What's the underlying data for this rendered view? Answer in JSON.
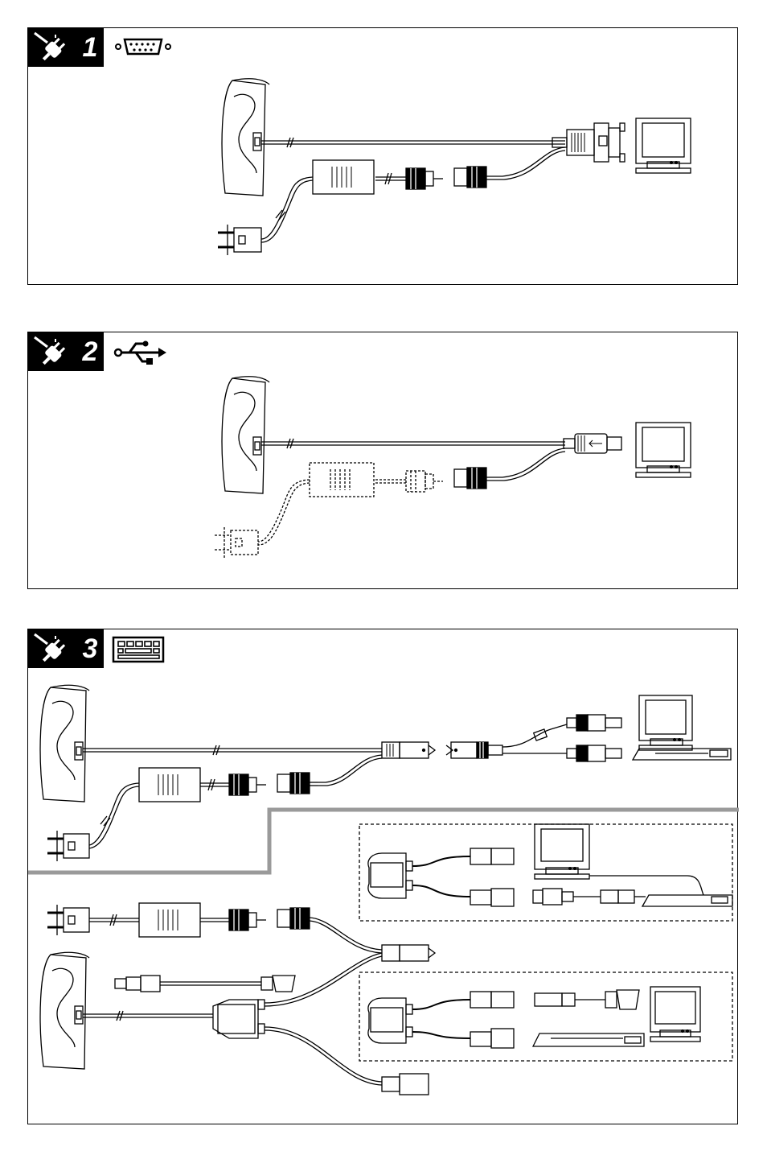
{
  "panels": [
    {
      "step": "1",
      "interface": "serial-port-icon"
    },
    {
      "step": "2",
      "interface": "usb-icon"
    },
    {
      "step": "3",
      "interface": "keyboard-icon"
    }
  ],
  "colors": {
    "ink": "#000000",
    "divider": "#9a9a9a",
    "background": "#ffffff"
  }
}
